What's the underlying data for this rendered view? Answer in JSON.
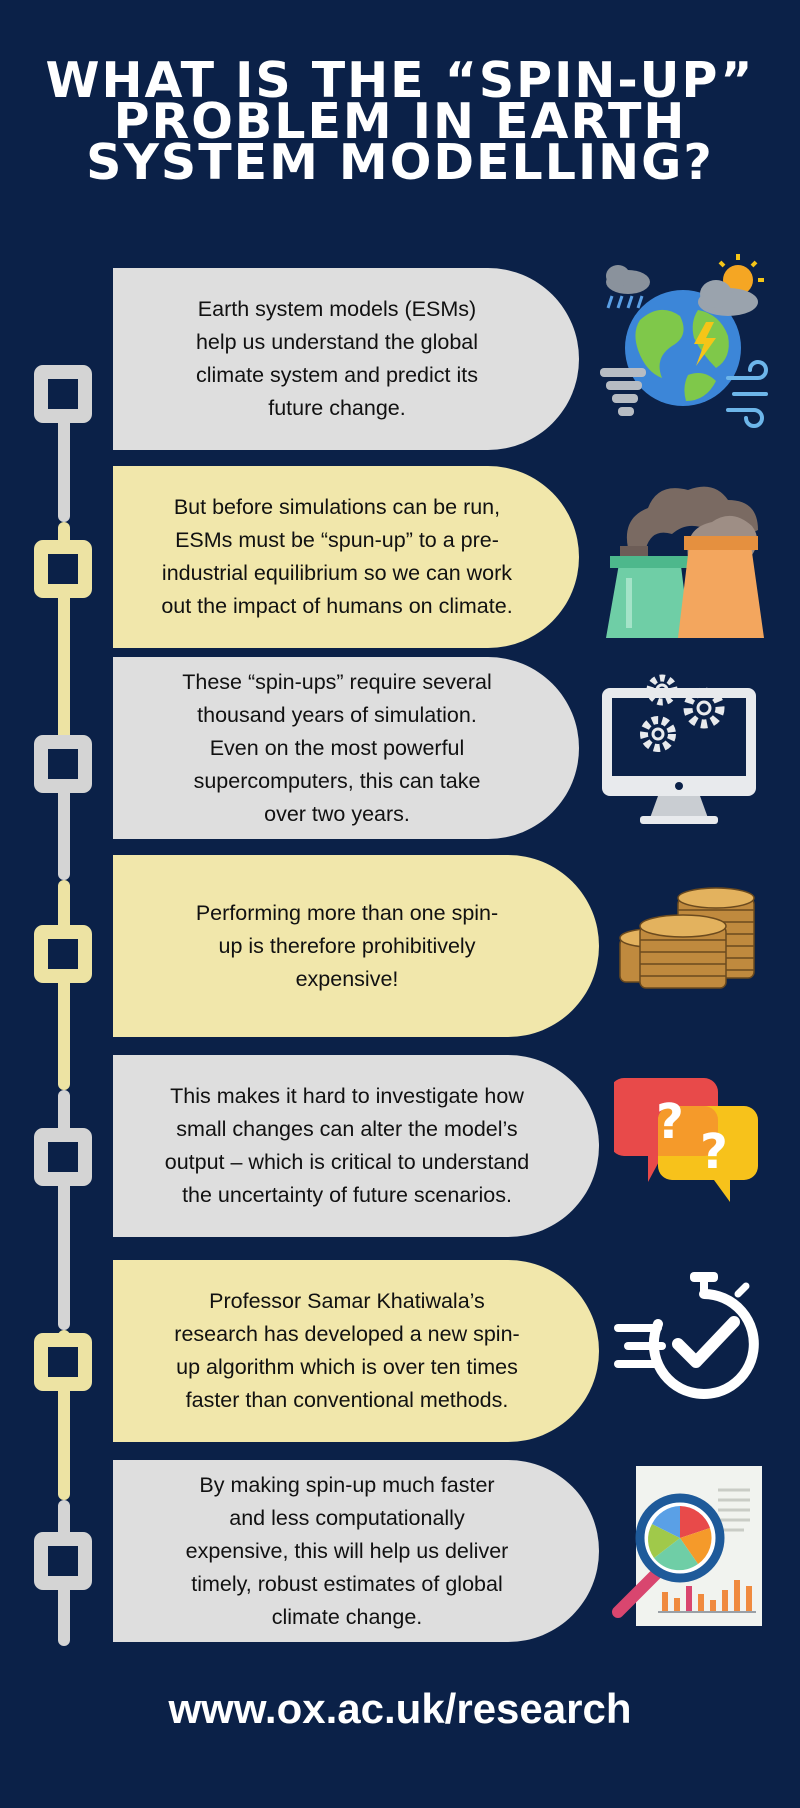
{
  "title_lines": [
    "WHAT IS THE “SPIN-UP”",
    "PROBLEM IN EARTH",
    "SYSTEM MODELLING?"
  ],
  "colors": {
    "background": "#0b2148",
    "card_gray": "#dedede",
    "card_yellow": "#f1e7ab",
    "rail_gray": "#d4d4d4",
    "rail_yellow": "#ede3a3"
  },
  "steps": [
    {
      "lines": [
        "Earth system models (ESMs)",
        "help us understand the global",
        "climate system and predict its",
        "future change."
      ],
      "icon": "earth-weather-icon"
    },
    {
      "lines": [
        "But before simulations can be run,",
        "ESMs must be “spun-up” to a pre-",
        "industrial equilibrium so we can work",
        "out the impact of humans on climate."
      ],
      "icon": "factory-chimneys-icon"
    },
    {
      "lines": [
        "These “spin-ups” require several",
        "thousand years of simulation.",
        "Even on the most powerful",
        "supercomputers, this can take",
        "over two years."
      ],
      "icon": "computer-gears-icon"
    },
    {
      "lines": [
        "Performing more than one spin-",
        "up is therefore prohibitively",
        "expensive!"
      ],
      "icon": "coin-stacks-icon"
    },
    {
      "lines": [
        "This makes it hard to investigate how",
        "small changes can alter the model’s",
        "output – which is critical to understand",
        "the uncertainty of future scenarios."
      ],
      "icon": "question-bubbles-icon"
    },
    {
      "lines": [
        "Professor Samar Khatiwala’s",
        "research has developed a new spin-",
        "up algorithm which is over ten times",
        "faster than conventional methods."
      ],
      "icon": "stopwatch-check-icon"
    },
    {
      "lines": [
        "By making spin-up much faster",
        "and less computationally",
        "expensive, this will help us deliver",
        "timely, robust estimates of global",
        "climate change."
      ],
      "icon": "magnifier-report-icon"
    }
  ],
  "footer": {
    "url": "www.ox.ac.uk/research"
  }
}
